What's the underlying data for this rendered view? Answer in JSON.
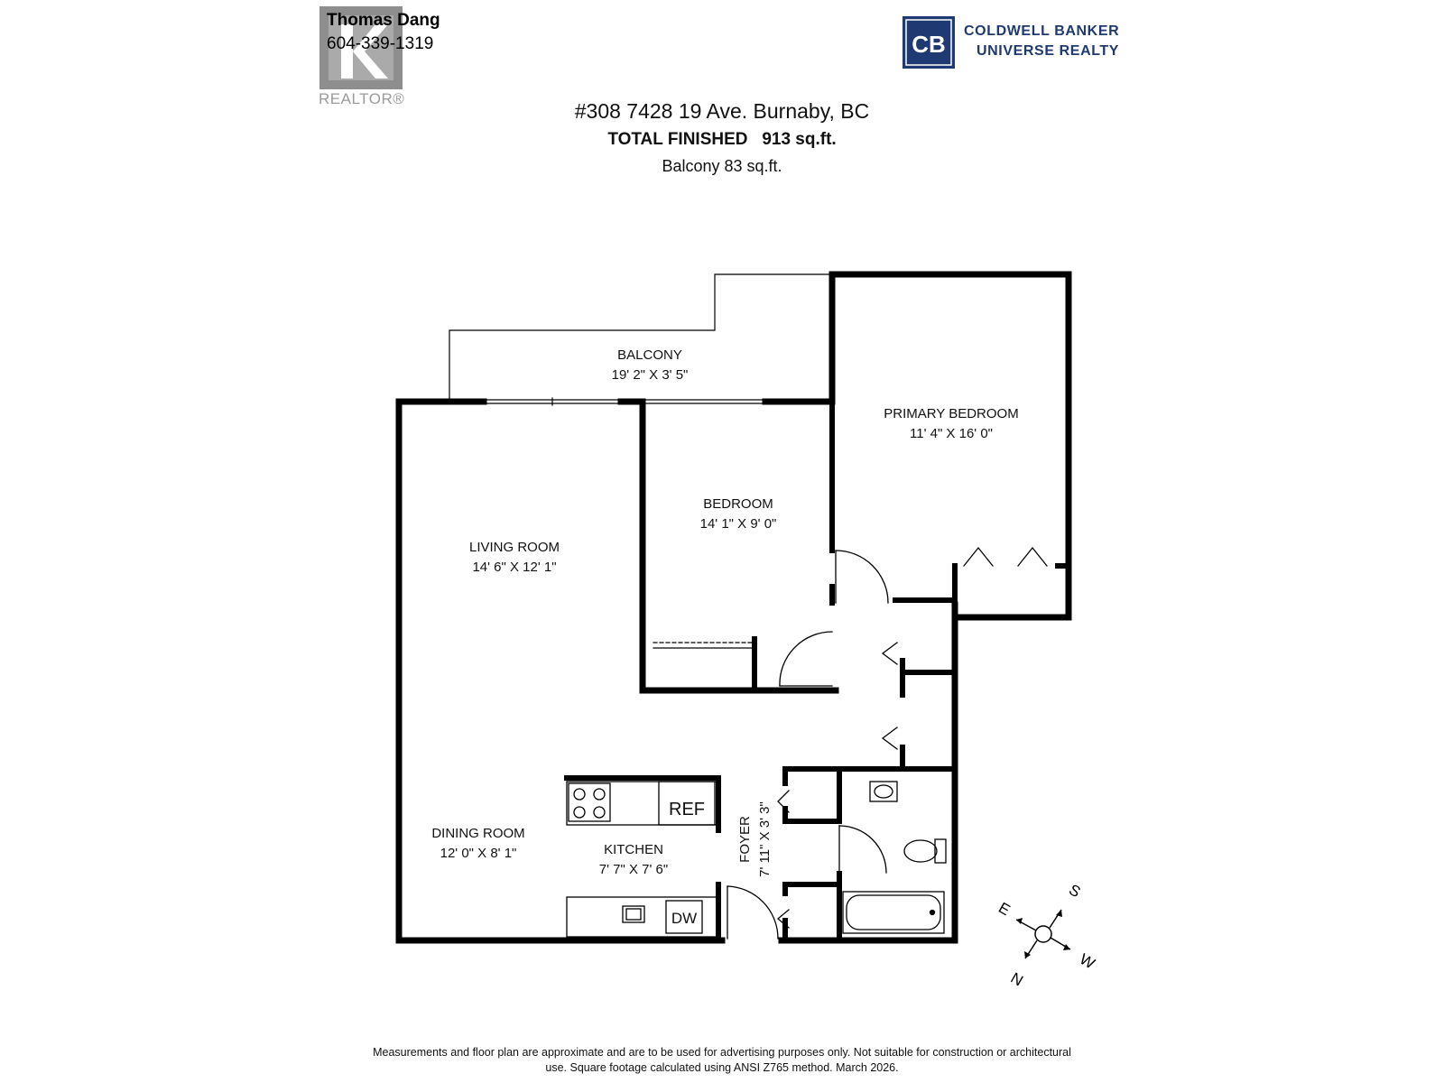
{
  "watermark": {
    "agent_name": "Thomas Dang",
    "agent_phone": "604-339-1319",
    "realtor_text": "REALTOR®"
  },
  "brokerage": {
    "line1": "COLDWELL BANKER",
    "line2": "UNIVERSE REALTY",
    "logo_text": "CB",
    "brand_color": "#1f3a72"
  },
  "header": {
    "address": "#308 7428 19 Ave. Burnaby, BC",
    "total_finished": "TOTAL FINISHED   913 sq.ft.",
    "balcony_area": "Balcony 83 sq.ft."
  },
  "rooms": {
    "balcony": {
      "name": "BALCONY",
      "dims": "19' 2\" X 3' 5\""
    },
    "primary_bedroom": {
      "name": "PRIMARY BEDROOM",
      "dims": "11' 4\" X 16' 0\""
    },
    "bedroom": {
      "name": "BEDROOM",
      "dims": "14' 1\" X 9' 0\""
    },
    "living_room": {
      "name": "LIVING ROOM",
      "dims": "14' 6\" X 12' 1\""
    },
    "dining_room": {
      "name": "DINING ROOM",
      "dims": "12' 0\" X 8' 1\""
    },
    "kitchen": {
      "name": "KITCHEN",
      "dims": "7' 7\" X 7' 6\""
    },
    "foyer": {
      "name": "FOYER",
      "dims": "7' 11\" X 3' 3\""
    }
  },
  "appliances": {
    "fridge": "REF",
    "dishwasher": "DW"
  },
  "compass": {
    "s": "S",
    "e": "E",
    "w": "W",
    "n": "N"
  },
  "disclaimer": {
    "line1": "Measurements and floor plan are approximate and are to be used for advertising purposes only. Not suitable for construction or architectural",
    "line2": "use. Square footage calculated using ANSI Z765 method. March 2026."
  }
}
